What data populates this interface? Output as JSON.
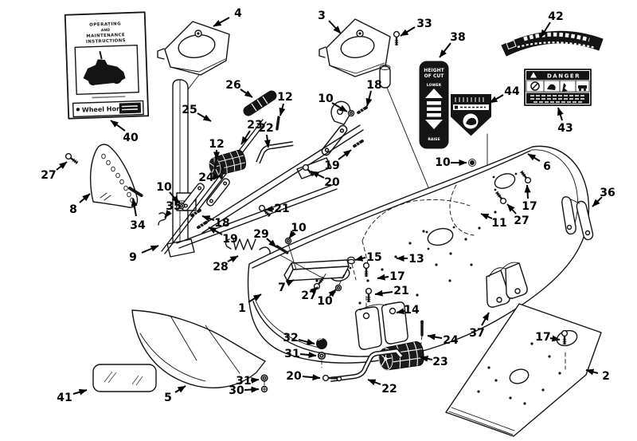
{
  "colors": {
    "ink": "#141414",
    "paper": "#ffffff"
  },
  "manual": {
    "title_lines": [
      "OPERATING",
      "AND",
      "MAINTENANCE",
      "INSTRUCTIONS"
    ],
    "brand": "Wheel Horse"
  },
  "decals": {
    "height_of_cut": {
      "title_line1": "HEIGHT",
      "title_line2": "OF CUT",
      "top_label": "LOWER",
      "bottom_label": "RAISE"
    },
    "danger": {
      "header": "DANGER"
    }
  },
  "callouts": [
    {
      "n": "4",
      "label": [
        299,
        16
      ],
      "line": [
        288,
        22,
        268,
        33
      ]
    },
    {
      "n": "3",
      "label": [
        404,
        19
      ],
      "line": [
        413,
        26,
        428,
        42
      ]
    },
    {
      "n": "33",
      "label": [
        533,
        29
      ],
      "line": [
        521,
        34,
        503,
        45
      ]
    },
    {
      "n": "38",
      "label": [
        575,
        46
      ],
      "line": [
        566,
        54,
        552,
        72
      ]
    },
    {
      "n": "42",
      "label": [
        698,
        20
      ],
      "line": [
        691,
        28,
        679,
        47
      ]
    },
    {
      "n": "44",
      "label": [
        643,
        114
      ],
      "line": [
        632,
        119,
        615,
        129
      ]
    },
    {
      "n": "43",
      "label": [
        710,
        160
      ],
      "line": [
        706,
        151,
        701,
        135
      ]
    },
    {
      "n": "40",
      "label": [
        164,
        172
      ],
      "line": [
        157,
        164,
        139,
        151
      ]
    },
    {
      "n": "27",
      "label": [
        61,
        219
      ],
      "line": [
        71,
        213,
        84,
        203
      ]
    },
    {
      "n": "8",
      "label": [
        92,
        262
      ],
      "line": [
        100,
        254,
        113,
        243
      ]
    },
    {
      "n": "34",
      "label": [
        173,
        282
      ],
      "line": [
        171,
        271,
        167,
        249
      ]
    },
    {
      "n": "9",
      "label": [
        167,
        322
      ],
      "line": [
        178,
        317,
        199,
        308
      ]
    },
    {
      "n": "35",
      "label": [
        218,
        258
      ],
      "line": [
        213,
        265,
        207,
        273
      ]
    },
    {
      "n": "10",
      "label": [
        206,
        234
      ],
      "line": [
        213,
        241,
        225,
        255
      ]
    },
    {
      "n": "25",
      "label": [
        238,
        137
      ],
      "line": [
        248,
        142,
        265,
        152
      ]
    },
    {
      "n": "26",
      "label": [
        293,
        106
      ],
      "line": [
        302,
        112,
        317,
        122
      ]
    },
    {
      "n": "12",
      "label": [
        358,
        121
      ],
      "line": [
        356,
        130,
        352,
        145
      ]
    },
    {
      "n": "23",
      "label": [
        320,
        156
      ],
      "line": [
        314,
        164,
        303,
        181
      ]
    },
    {
      "n": "22",
      "label": [
        334,
        160
      ],
      "line": [
        335,
        169,
        337,
        185
      ]
    },
    {
      "n": "12",
      "label": [
        272,
        180
      ],
      "line": [
        272,
        188,
        272,
        200
      ]
    },
    {
      "n": "24",
      "label": [
        259,
        222
      ],
      "line": [
        267,
        222,
        277,
        221
      ]
    },
    {
      "n": "10",
      "label": [
        409,
        123
      ],
      "line": [
        417,
        129,
        436,
        140
      ]
    },
    {
      "n": "18",
      "label": [
        470,
        106
      ],
      "line": [
        466,
        114,
        461,
        133
      ]
    },
    {
      "n": "19",
      "label": [
        417,
        207
      ],
      "line": [
        425,
        200,
        441,
        188
      ]
    },
    {
      "n": "20",
      "label": [
        417,
        228
      ],
      "line": [
        407,
        223,
        391,
        215
      ]
    },
    {
      "n": "21",
      "label": [
        354,
        261
      ],
      "line": [
        344,
        262,
        333,
        263
      ]
    },
    {
      "n": "18",
      "label": [
        279,
        279
      ],
      "line": [
        269,
        276,
        254,
        271
      ]
    },
    {
      "n": "19",
      "label": [
        289,
        299
      ],
      "line": [
        279,
        294,
        262,
        285
      ]
    },
    {
      "n": "28",
      "label": [
        277,
        334
      ],
      "line": [
        286,
        328,
        299,
        321
      ]
    },
    {
      "n": "29",
      "label": [
        328,
        293
      ],
      "line": [
        335,
        299,
        347,
        310
      ]
    },
    {
      "n": "10",
      "label": [
        375,
        285
      ],
      "line": [
        369,
        291,
        363,
        299
      ]
    },
    {
      "n": "15",
      "label": [
        470,
        322
      ],
      "line": [
        459,
        323,
        446,
        326
      ]
    },
    {
      "n": "13",
      "label": [
        523,
        324
      ],
      "line": [
        512,
        324,
        498,
        324
      ]
    },
    {
      "n": "17",
      "label": [
        499,
        346
      ],
      "line": [
        488,
        347,
        474,
        349
      ]
    },
    {
      "n": "7",
      "label": [
        354,
        360
      ],
      "line": [
        361,
        355,
        369,
        351
      ]
    },
    {
      "n": "27",
      "label": [
        388,
        370
      ],
      "line": [
        393,
        365,
        399,
        360
      ]
    },
    {
      "n": "10",
      "label": [
        408,
        377
      ],
      "line": [
        414,
        371,
        422,
        363
      ]
    },
    {
      "n": "1",
      "label": [
        304,
        386
      ],
      "line": [
        312,
        379,
        328,
        369
      ]
    },
    {
      "n": "32",
      "label": [
        365,
        423
      ],
      "line": [
        375,
        426,
        395,
        431
      ]
    },
    {
      "n": "31",
      "label": [
        367,
        443
      ],
      "line": [
        377,
        444,
        397,
        446
      ]
    },
    {
      "n": "20",
      "label": [
        369,
        471
      ],
      "line": [
        380,
        472,
        402,
        474
      ]
    },
    {
      "n": "22",
      "label": [
        489,
        487
      ],
      "line": [
        478,
        482,
        462,
        476
      ]
    },
    {
      "n": "23",
      "label": [
        553,
        453
      ],
      "line": [
        543,
        451,
        528,
        448
      ]
    },
    {
      "n": "24",
      "label": [
        566,
        426
      ],
      "line": [
        555,
        424,
        537,
        421
      ]
    },
    {
      "n": "14",
      "label": [
        517,
        388
      ],
      "line": [
        508,
        390,
        498,
        392
      ]
    },
    {
      "n": "21",
      "label": [
        504,
        364
      ],
      "line": [
        493,
        366,
        471,
        369
      ]
    },
    {
      "n": "37",
      "label": [
        599,
        417
      ],
      "line": [
        605,
        408,
        614,
        392
      ]
    },
    {
      "n": "17",
      "label": [
        682,
        422
      ],
      "line": [
        691,
        424,
        703,
        426
      ]
    },
    {
      "n": "2",
      "label": [
        761,
        471
      ],
      "line": [
        751,
        468,
        736,
        464
      ]
    },
    {
      "n": "36",
      "label": [
        763,
        241
      ],
      "line": [
        756,
        247,
        744,
        259
      ]
    },
    {
      "n": "6",
      "label": [
        687,
        208
      ],
      "line": [
        678,
        202,
        663,
        193
      ]
    },
    {
      "n": "17",
      "label": [
        665,
        258
      ],
      "line": [
        663,
        249,
        662,
        232
      ]
    },
    {
      "n": "27",
      "label": [
        655,
        276
      ],
      "line": [
        648,
        268,
        637,
        256
      ]
    },
    {
      "n": "11",
      "label": [
        627,
        279
      ],
      "line": [
        618,
        274,
        604,
        268
      ]
    },
    {
      "n": "10",
      "label": [
        556,
        203
      ],
      "line": [
        566,
        204,
        586,
        204
      ]
    },
    {
      "n": "5",
      "label": [
        211,
        498
      ],
      "line": [
        220,
        492,
        233,
        484
      ]
    },
    {
      "n": "41",
      "label": [
        81,
        498
      ],
      "line": [
        92,
        494,
        109,
        489
      ]
    },
    {
      "n": "31",
      "label": [
        306,
        477
      ],
      "line": [
        315,
        477,
        325,
        476
      ]
    },
    {
      "n": "30",
      "label": [
        297,
        489
      ],
      "line": [
        307,
        489,
        325,
        488
      ]
    }
  ]
}
